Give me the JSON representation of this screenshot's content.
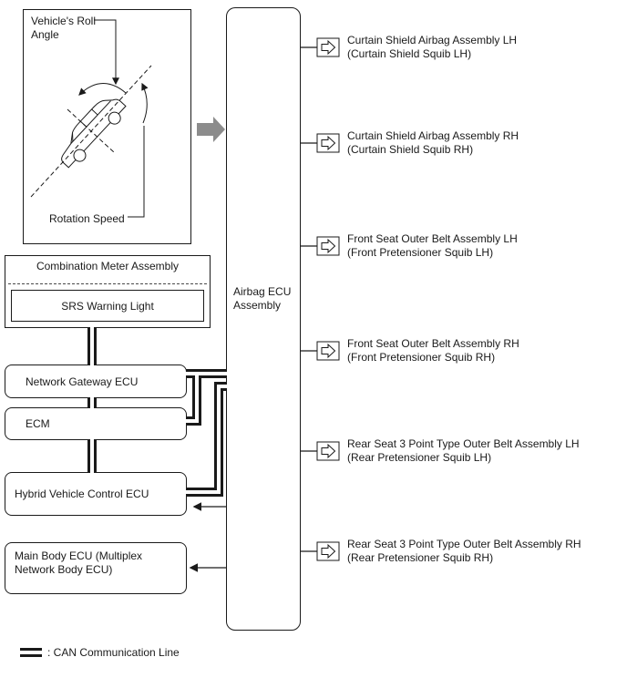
{
  "page": {
    "bg": "#ffffff",
    "ink": "#1a1a1a",
    "gray_arrow": "#8c8c8c"
  },
  "roll_box": {
    "label_line1": "Vehicle's Roll",
    "label_line2": "Angle",
    "rotation_label": "Rotation Speed"
  },
  "airbag_ecu": {
    "line1": "Airbag ECU",
    "line2": "Assembly"
  },
  "right_connectors": [
    {
      "line1": "Curtain Shield Airbag Assembly LH",
      "line2": "(Curtain Shield Squib LH)"
    },
    {
      "line1": "Curtain Shield Airbag Assembly RH",
      "line2": "(Curtain Shield Squib RH)"
    },
    {
      "line1": "Front Seat Outer Belt Assembly LH",
      "line2": "(Front Pretensioner Squib LH)"
    },
    {
      "line1": "Front Seat Outer Belt Assembly RH",
      "line2": "(Front Pretensioner Squib RH)"
    },
    {
      "line1": "Rear Seat 3 Point Type Outer Belt Assembly LH",
      "line2": "(Rear Pretensioner Squib LH)"
    },
    {
      "line1": "Rear Seat 3 Point Type Outer Belt Assembly RH",
      "line2": "(Rear Pretensioner Squib RH)"
    }
  ],
  "combination_meter": {
    "title": "Combination Meter Assembly",
    "inner_label": "SRS Warning Light"
  },
  "left_ecus": {
    "network_gateway": "Network Gateway ECU",
    "ecm": "ECM",
    "hybrid": "Hybrid Vehicle Control ECU",
    "main_body_line1": "Main Body ECU (Multiplex",
    "main_body_line2": "Network Body ECU)"
  },
  "legend": {
    "label": ": CAN Communication Line"
  }
}
